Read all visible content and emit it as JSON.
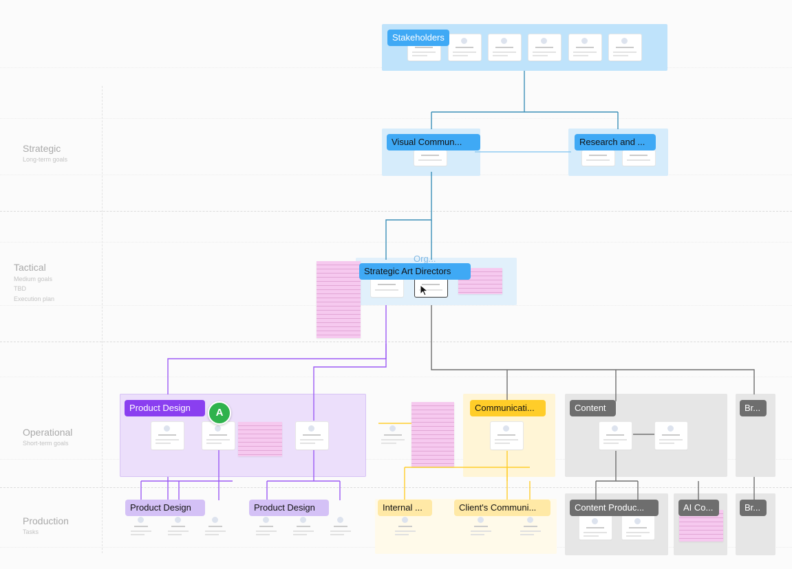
{
  "bands": [
    {
      "title": "Strategic",
      "subtitle": "Long-term goals"
    },
    {
      "title": "Tactical",
      "subtitle": "Medium goals",
      "subtitle2": "TBD",
      "subtitle3": "Execution plan"
    },
    {
      "title": "Operational",
      "subtitle": "Short-term goals"
    },
    {
      "title": "Production",
      "subtitle": "Tasks"
    }
  ],
  "nodes": {
    "stakeholders": "Stakeholders",
    "visual_communication": "Visual Commun...",
    "research": "Research and ...",
    "strategic_art_directors": "Strategic Art Directors",
    "org_label": "Org...",
    "product_design_op": "Product Design",
    "communication_op": "Communicati...",
    "content_op": "Content",
    "br_op": "Br...",
    "product_design_prod_1": "Product Design",
    "product_design_prod_2": "Product Design",
    "internal": "Internal ...",
    "clients_communication": "Client's Communi...",
    "content_production": "Content Produc...",
    "ai_co": "AI Co...",
    "br_prod": "Br..."
  },
  "cursor_avatar": {
    "initial": "A",
    "color": "#2fb24c"
  },
  "colors": {
    "blue": "#8fc9f2",
    "purple": "#8a3ff0",
    "yellow": "#ffcd29",
    "gray": "#6e6e6e",
    "sticky_pink": "#f6c9ef"
  }
}
